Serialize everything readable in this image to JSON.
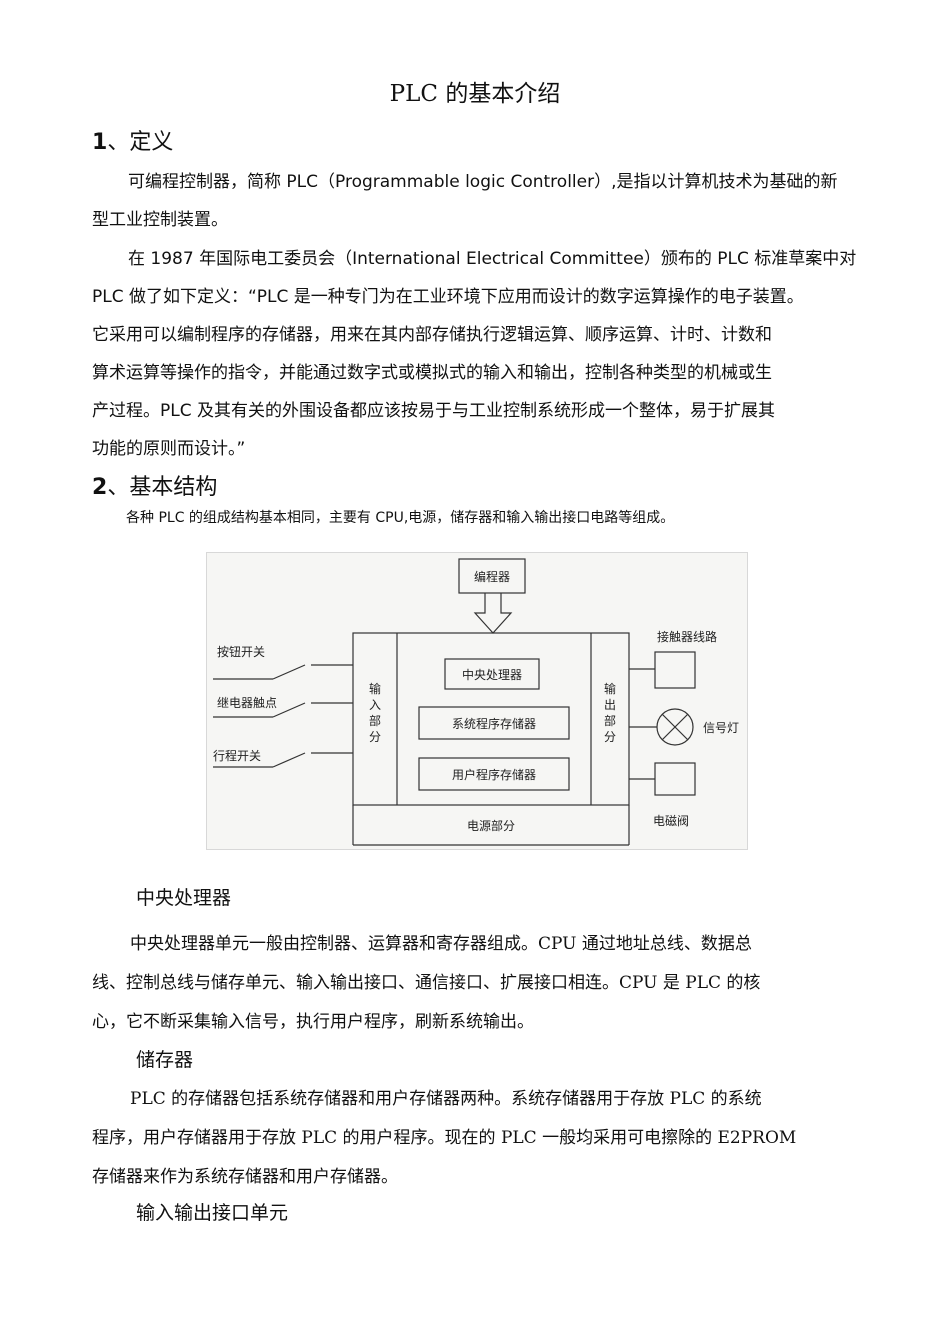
{
  "title": "PLC 的基本介绍",
  "section1": {
    "num": "1",
    "sep": "、",
    "heading": "定义",
    "para1": [
      "可编程控制器，简称 PLC（Programmable logic Controller）,是指以计算机技术为基础的新",
      "型工业控制装置。"
    ],
    "para2": [
      "在 1987 年国际电工委员会（International Electrical Committee）颁布的 PLC 标准草案中对",
      "PLC 做了如下定义：“PLC 是一种专门为在工业环境下应用而设计的数字运算操作的电子装置。",
      "它采用可以编制程序的存储器，用来在其内部存储执行逻辑运算、顺序运算、计时、计数和",
      "算术运算等操作的指令，并能通过数字式或模拟式的输入和输出，控制各种类型的机械或生",
      "产过程。PLC  及其有关的外围设备都应该按易于与工业控制系统形成一个整体，易于扩展其",
      "功能的原则而设计。”"
    ]
  },
  "section2": {
    "num": "2",
    "sep": "、",
    "heading": "基本结构",
    "intro": "各种 PLC 的组成结构基本相同，主要有 CPU,电源，储存器和输入输出接口电路等组成。"
  },
  "diagram": {
    "programmer": "编程器",
    "cpu": "中央处理器",
    "sys_mem": "系统程序存储器",
    "user_mem": "用户程序存储器",
    "power": "电源部分",
    "input_part": [
      "输",
      "入",
      "部",
      "分"
    ],
    "output_part": [
      "输",
      "出",
      "部",
      "分"
    ],
    "in_labels": [
      "按钮开关",
      "继电器触点",
      "行程开关"
    ],
    "out_labels": [
      "接触器线路",
      "信号灯",
      "电磁阀"
    ]
  },
  "cpu_section": {
    "heading": "中央处理器",
    "lines": [
      "中央处理器单元一般由控制器、运算器和寄存器组成。CPU 通过地址总线、数据总",
      "线、控制总线与储存单元、输入输出接口、通信接口、扩展接口相连。CPU 是 PLC 的核",
      "心，它不断采集输入信号，执行用户程序，刷新系统输出。"
    ]
  },
  "memory_section": {
    "heading": "储存器",
    "lines": [
      "PLC 的存储器包括系统存储器和用户存储器两种。系统存储器用于存放 PLC 的系统",
      "程序，用户存储器用于存放 PLC 的用户程序。现在的 PLC 一般均采用可电擦除的 E2PROM",
      "存储器来作为系统存储器和用户存储器。"
    ]
  },
  "io_section": {
    "heading": "输入输出接口单元"
  }
}
